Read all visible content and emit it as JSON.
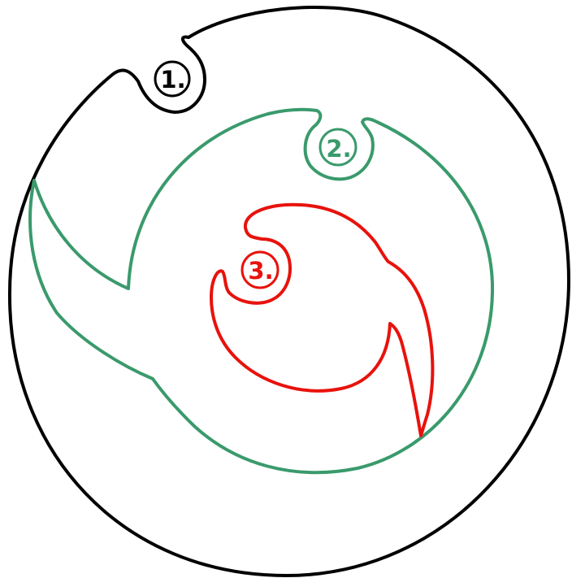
{
  "diagram": {
    "shapes": [
      {
        "id": "shape-1",
        "label": "1.",
        "color": "#000000"
      },
      {
        "id": "shape-2",
        "label": "2.",
        "color": "#3a9a6c"
      },
      {
        "id": "shape-3",
        "label": "3.",
        "color": "#e8120c"
      }
    ]
  }
}
